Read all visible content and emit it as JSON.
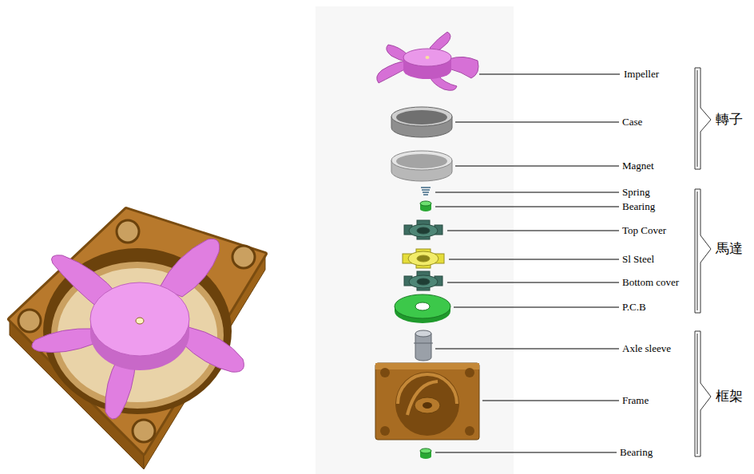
{
  "diagram": {
    "labels": [
      "Impeller",
      "Case",
      "轉子",
      "Magnet",
      "Spring",
      "Bearing",
      "Top Cover",
      "馬達",
      "Sl Steel",
      "Bottom cover",
      "P.C.B",
      "Axle sleeve",
      "框架",
      "Frame",
      "Bearing"
    ]
  }
}
